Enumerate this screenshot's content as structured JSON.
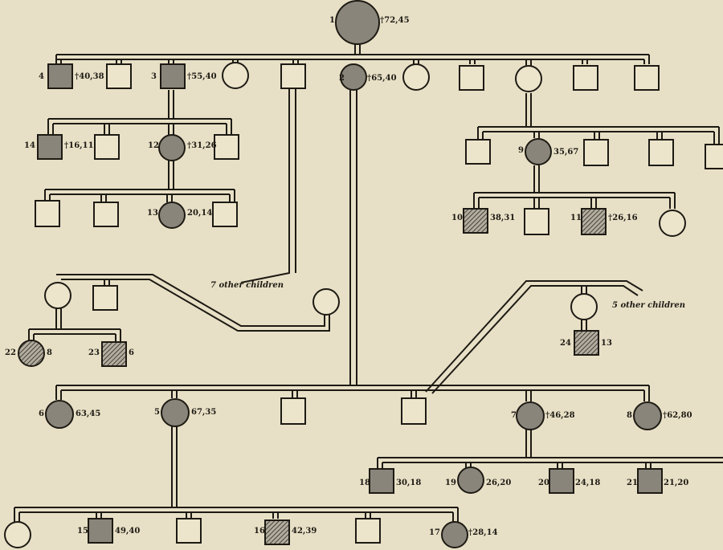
{
  "individuals": [
    {
      "id": "n1",
      "label": "1",
      "info": "†72,45"
    },
    {
      "id": "n2",
      "label": "2",
      "info": "†65,40"
    },
    {
      "id": "n3",
      "label": "3",
      "info": "†55,40"
    },
    {
      "id": "n4",
      "label": "4",
      "info": "†40,38"
    },
    {
      "id": "n14",
      "label": "14",
      "info": "†16,11"
    },
    {
      "id": "n12",
      "label": "12",
      "info": "†31,26"
    },
    {
      "id": "n13",
      "label": "13",
      "info": "20,14"
    },
    {
      "id": "n9",
      "label": "9",
      "info": "35,67"
    },
    {
      "id": "n10",
      "label": "10",
      "info": "38,31"
    },
    {
      "id": "n11",
      "label": "11",
      "info": "†26,16"
    },
    {
      "id": "n22",
      "label": "22",
      "info": "8"
    },
    {
      "id": "n23",
      "label": "23",
      "info": "6"
    },
    {
      "id": "n24",
      "label": "24",
      "info": "13"
    },
    {
      "id": "n6",
      "label": "6",
      "info": "63,45"
    },
    {
      "id": "n5",
      "label": "5",
      "info": "67,35"
    },
    {
      "id": "n7",
      "label": "7",
      "info": "†46,28"
    },
    {
      "id": "n8",
      "label": "8",
      "info": "†62,80"
    },
    {
      "id": "n18",
      "label": "18",
      "info": "30,18"
    },
    {
      "id": "n19",
      "label": "19",
      "info": "26,20"
    },
    {
      "id": "n20",
      "label": "20",
      "info": "24,18"
    },
    {
      "id": "n21",
      "label": "21",
      "info": "21,20"
    },
    {
      "id": "n15",
      "label": "15",
      "info": "49,40"
    },
    {
      "id": "n16",
      "label": "16",
      "info": "42,39"
    },
    {
      "id": "n17",
      "label": "17",
      "info": "†28,14"
    }
  ],
  "notes": {
    "other_children_7": "7 other children",
    "other_children_5": "5 other children"
  }
}
